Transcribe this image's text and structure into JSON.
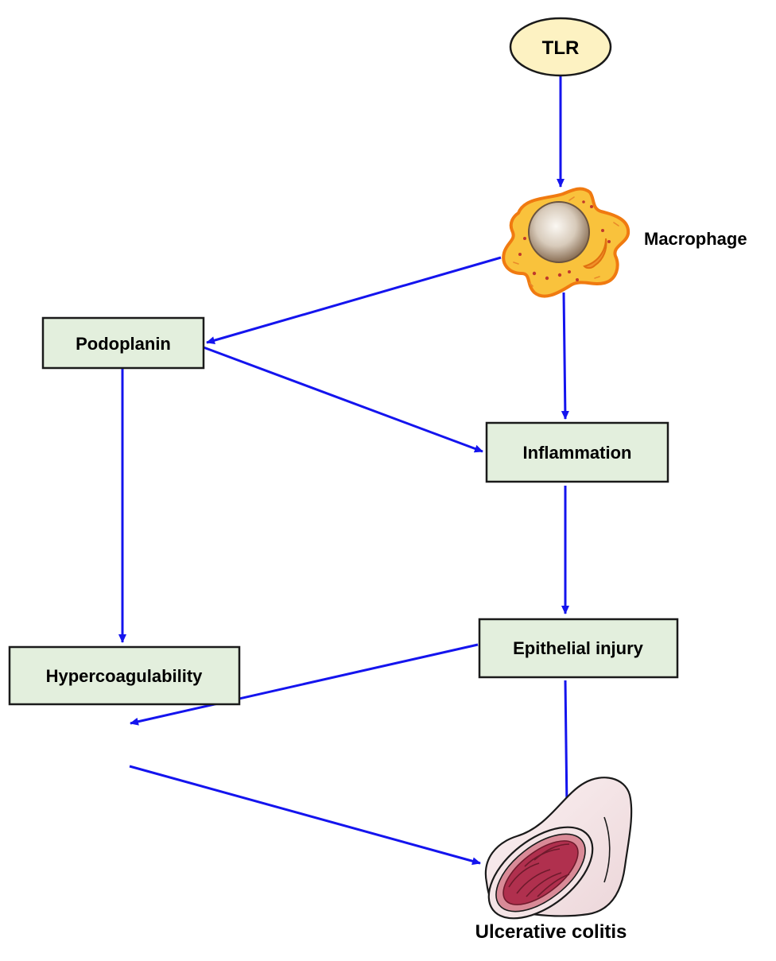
{
  "colors": {
    "arrow": "#1414ee",
    "box_fill": "#e3efdd",
    "box_border": "#1a1a1a",
    "tlr_fill": "#fdf2c2",
    "macrophage_body": "#f9c23c",
    "macrophage_outline": "#f07a10",
    "nucleus": "#b4a08a",
    "colon_outer": "#f2e2e4",
    "colon_inner": "#b0304e"
  },
  "nodes": {
    "tlr": {
      "label": "TLR",
      "shape": "ellipse"
    },
    "macrophage": {
      "label": "Macrophage",
      "icon": "macrophage-cell-icon"
    },
    "podoplanin": {
      "label": "Podoplanin",
      "shape": "box"
    },
    "inflammation": {
      "label": "Inflammation",
      "shape": "box"
    },
    "epithelial_injury": {
      "label": "Epithelial injury",
      "shape": "box"
    },
    "hypercoagulability": {
      "label": "Hypercoagulability",
      "shape": "box"
    },
    "ulcerative_colitis": {
      "label": "Ulcerative colitis",
      "icon": "colon-segment-icon"
    }
  },
  "edges": [
    {
      "from": "TLR",
      "to": "Macrophage"
    },
    {
      "from": "Macrophage",
      "to": "Podoplanin"
    },
    {
      "from": "Macrophage",
      "to": "Inflammation"
    },
    {
      "from": "Podoplanin",
      "to": "Inflammation"
    },
    {
      "from": "Podoplanin",
      "to": "Hypercoagulability"
    },
    {
      "from": "Inflammation",
      "to": "Epithelial injury"
    },
    {
      "from": "Epithelial injury",
      "to": "Hypercoagulability"
    },
    {
      "from": "Epithelial injury",
      "to": "Ulcerative colitis"
    },
    {
      "from": "Hypercoagulability",
      "to": "Ulcerative colitis"
    }
  ]
}
